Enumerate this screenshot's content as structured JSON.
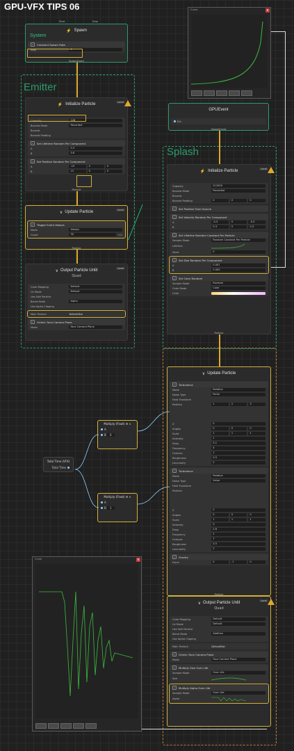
{
  "page_title": "GPU-VFX TIPS 06",
  "colors": {
    "green": "#2a9d6e",
    "orange": "#c47a3a",
    "yellow": "#d2b13a",
    "wire_green": "#1fb27a"
  },
  "spawn": {
    "start": "Start",
    "stop": "Stop",
    "title": "Spawn",
    "system_label": "System",
    "block": "Constant Spawn Rate",
    "rate_label": "Rate",
    "rate_value": "0",
    "flow_out": "SpawnEvent"
  },
  "emitter": {
    "label": "Emitter"
  },
  "init1": {
    "title": "Initialize Particle",
    "local": "Local",
    "capacity_label": "Capacity",
    "capacity_value": "128",
    "bounds_mode_label": "Bounds Mode",
    "bounds_mode_value": "Recorded",
    "bounds_label": "Bounds",
    "bounds_padding_label": "Bounds Padding",
    "lifetime_block": "Set Lifetime Random Per Component",
    "lifetime_a": "A",
    "lifetime_a_val": "0.3",
    "lifetime_b": "B",
    "lifetime_b_val": "0.6",
    "position_block": "Set Position Random Per Component",
    "pos_a": "A",
    "pos_a_vals": [
      "-15",
      "0",
      "0"
    ],
    "pos_b": "B",
    "pos_b_vals": [
      "15",
      "0",
      "0"
    ],
    "flow_out": "Particle"
  },
  "update1": {
    "title": "Update Particle",
    "local": "Local",
    "trigger_block": "Trigger Event Always",
    "mode_label": "Mode",
    "mode_value": "Always",
    "count_label": "Count",
    "count_value": "30",
    "evt": "evt",
    "flow_out": "Particle"
  },
  "output1": {
    "title": "Output Particle Unlit",
    "subtitle": "Quad",
    "local": "Local",
    "rows": [
      {
        "label": "Color Mapping",
        "value": "Default"
      },
      {
        "label": "Uv Mode",
        "value": "Default"
      },
      {
        "label": "Use Soft Particle",
        "value": ""
      },
      {
        "label": "Blend Mode",
        "value": "Alpha"
      },
      {
        "label": "Use Alpha Clipping",
        "value": ""
      }
    ],
    "main_texture_label": "Main Texture",
    "main_texture_value": "DefaultDot",
    "orient_block": "Orient: Face Camera Plane",
    "orient_mode_label": "Mode",
    "orient_mode_value": "Face Camera Plane"
  },
  "gpuevent": {
    "title": "GPUEvent",
    "evt": "Evt",
    "flow_out": "SpawnEvent"
  },
  "splash": {
    "label": "Splash"
  },
  "init2": {
    "title": "Initialize Particle",
    "local": "Local",
    "capacity_label": "Capacity",
    "capacity_value": "512000",
    "bounds_mode_label": "Bounds Mode",
    "bounds_mode_value": "Recorded",
    "bounds_label": "Bounds",
    "bounds_padding_label": "Bounds Padding",
    "bounds_padding_vals": [
      "0",
      "0",
      "0"
    ],
    "position_block": "Set Position From Source",
    "velocity_block": "Set Velocity Random Per Component",
    "vel_a_vals": [
      "-0.3",
      "0",
      "-0.3"
    ],
    "vel_b_vals": [
      "0.3",
      "0",
      "0.3"
    ],
    "lifetime_block": "Set Lifetime Random Constant Per Particle",
    "sample_mode_label": "Sample Mode",
    "sample_mode_value": "Random Constant Per Particle",
    "lifetime_label": "Lifetime",
    "seed_label": "Seed",
    "seed_value": "0",
    "size_block": "Set Size Random Per Component",
    "size_a": "A",
    "size_a_val": "0.001",
    "size_b": "B",
    "size_b_val": "0.005",
    "color_block": "Set Color Random",
    "color_sample_label": "Sample Mode",
    "color_sample_value": "Random",
    "color_mode_label": "Color Mode",
    "color_mode_value": "Color",
    "color_label": "Color",
    "flow_out": "Particle"
  },
  "update2": {
    "title": "Update Particle",
    "turb1": {
      "block": "Turbulence",
      "mode_label": "Mode",
      "mode_value": "Relative",
      "noise_label": "Noise Type",
      "noise_value": "Perlin",
      "field_label": "Field Transform",
      "position_label": "Position",
      "angles_label": "Angles",
      "scale_label": "Scale",
      "intensity_label": "Intensity",
      "intensity_value": "1",
      "drag_label": "Drag",
      "drag_value": "0.1",
      "frequency_label": "Frequency",
      "frequency_value": "4",
      "octaves_label": "Octaves",
      "octaves_value": "1",
      "roughness_label": "Roughness",
      "roughness_value": "0.5",
      "lacunarity_label": "Lacunarity",
      "lacunarity_value": "2"
    },
    "turb2": {
      "block": "Turbulence",
      "mode_label": "Mode",
      "mode_value": "Relative",
      "noise_label": "Noise Type",
      "noise_value": "Value",
      "field_label": "Field Transform",
      "position_label": "Position",
      "angles_label": "Angles",
      "scale_label": "Scale",
      "intensity_label": "Intensity",
      "intensity_value": "3",
      "drag_label": "Drag",
      "drag_value": "0.8",
      "frequency_label": "Frequency",
      "frequency_value": "2",
      "octaves_label": "Octaves",
      "octaves_value": "7",
      "roughness_label": "Roughness",
      "roughness_value": "0.5",
      "lacunarity_label": "Lacunarity",
      "lacunarity_value": "2"
    },
    "gravity_block": "Gravity",
    "force_label": "Force",
    "force_vals": [
      "0",
      "-1",
      "0"
    ],
    "flow_out": "Particle"
  },
  "total_time": {
    "title": "Total Time (VFX)",
    "out": "Total Time"
  },
  "multiply1": {
    "title": "Multiply (Float)",
    "a": "A",
    "b": "B",
    "b_value": "6"
  },
  "multiply2": {
    "title": "Multiply (Float)",
    "a": "A",
    "b": "B",
    "b_value": "1"
  },
  "output2": {
    "title": "Output Particle Unlit",
    "subtitle": "Quad",
    "local": "Local",
    "rows": [
      {
        "label": "Color Mapping",
        "value": "Default"
      },
      {
        "label": "Uv Mode",
        "value": "Default"
      },
      {
        "label": "Use Soft Particle",
        "value": ""
      },
      {
        "label": "Blend Mode",
        "value": "Additive"
      },
      {
        "label": "Use Alpha Clipping",
        "value": ""
      }
    ],
    "main_texture_label": "Main Texture",
    "main_texture_value": "DefaultDot",
    "orient_block": "Orient: Face Camera Plane",
    "orient_mode_label": "Mode",
    "orient_mode_value": "Face Camera Plane",
    "size_block": "Multiply Size Over Life",
    "size_sample_label": "Sample Mode",
    "size_sample_value": "Over Life",
    "size_label": "Size",
    "alpha_block": "Multiply Alpha Over Life",
    "alpha_sample_label": "Sample Mode",
    "alpha_sample_value": "Over Life",
    "alpha_label": "Alpha"
  },
  "curve_windows": {
    "top_title": "Curve",
    "bottom_title": "Curve",
    "close": "x"
  },
  "icons": [
    "lightning-icon",
    "warning-icon",
    "checkbox-icon",
    "chevron-down-icon",
    "close-icon",
    "gear-icon"
  ]
}
